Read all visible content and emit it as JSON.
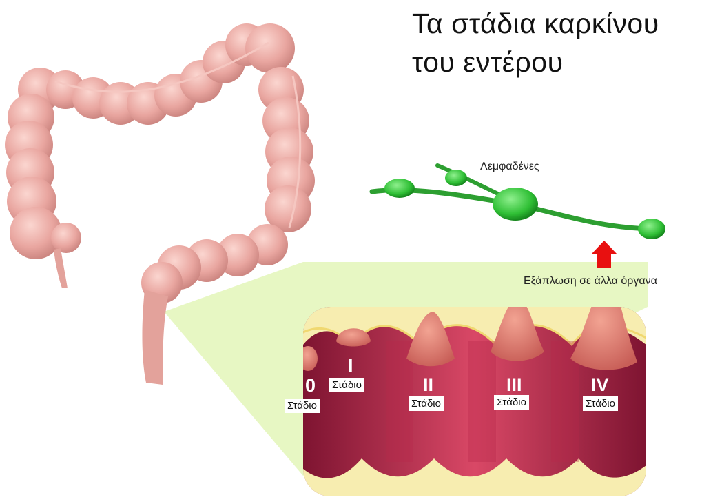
{
  "title": {
    "line1": "Τα στάδια καρκίνου",
    "line2": "του εντέρου"
  },
  "labels": {
    "lymph_nodes": "Λεμφαδένες",
    "spread": "Εξάπλωση σε άλλα όργανα"
  },
  "stages": [
    {
      "numeral": "0",
      "caption": "Στάδιο"
    },
    {
      "numeral": "I",
      "caption": "Στάδιο"
    },
    {
      "numeral": "II",
      "caption": "Στάδιο"
    },
    {
      "numeral": "III",
      "caption": "Στάδιο"
    },
    {
      "numeral": "IV",
      "caption": "Στάδιο"
    }
  ],
  "colors": {
    "colon": "#e9a6a0",
    "lymph": "#35c63a",
    "wall": "#9c1f3e",
    "arrow": "#e81010",
    "highlight": "#e3f6b8"
  }
}
